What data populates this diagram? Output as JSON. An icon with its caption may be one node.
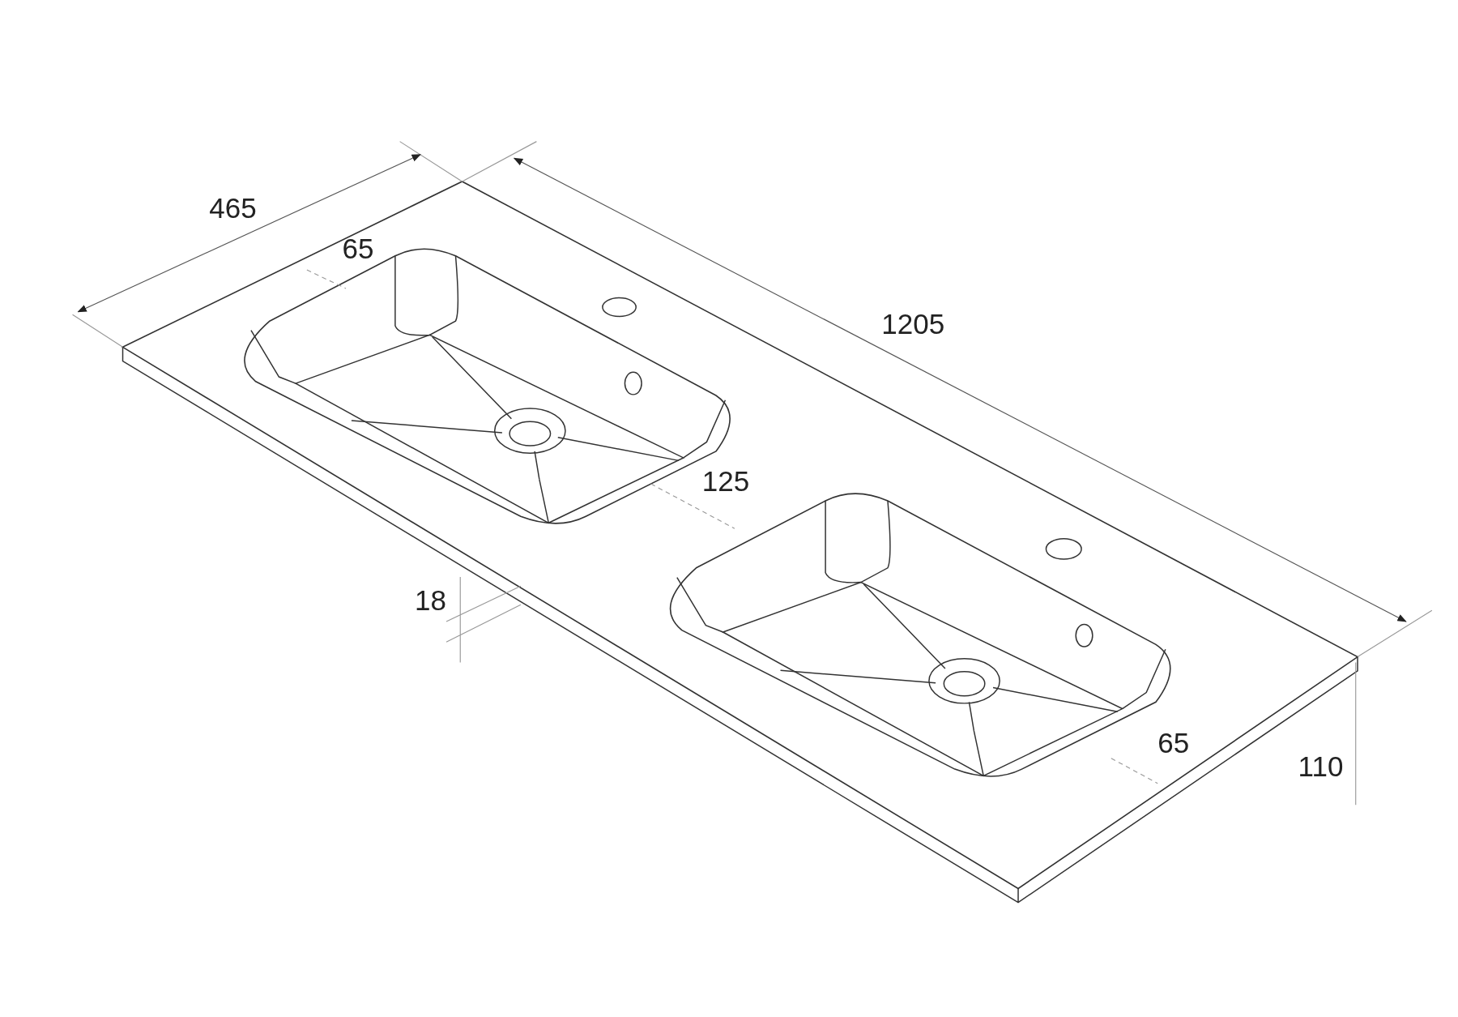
{
  "diagram": {
    "labels": [
      "465",
      "65",
      "1205",
      "125",
      "18",
      "65",
      "110"
    ]
  }
}
